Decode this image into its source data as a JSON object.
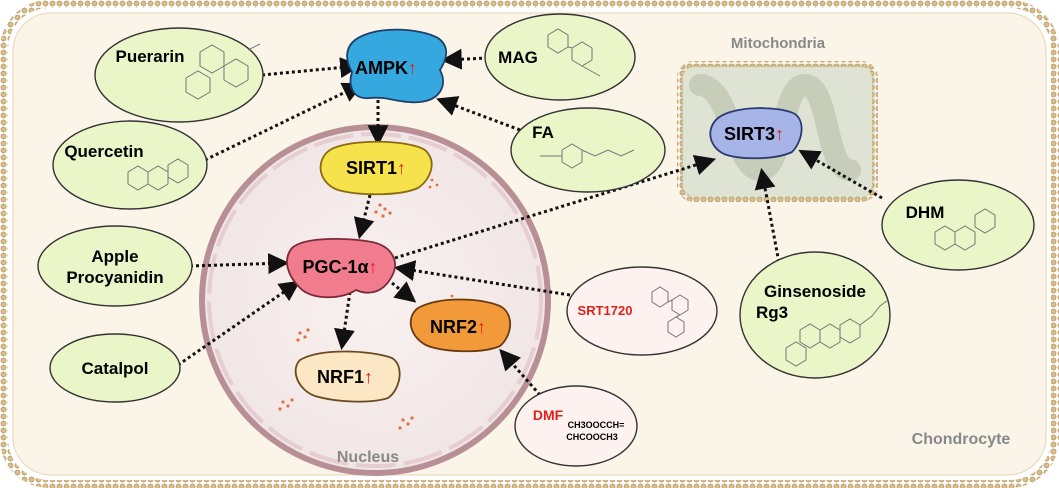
{
  "compartments": {
    "cell": "Chondrocyte",
    "nucleus": "Nucleus",
    "mitochondria": "Mitochondria"
  },
  "proteins": {
    "ampk": "AMPK",
    "sirt1": "SIRT1",
    "pgc1a": "PGC-1α",
    "nrf1": "NRF1",
    "nrf2": "NRF2",
    "sirt3": "SIRT3"
  },
  "upregulation_symbol": "↑",
  "compounds": {
    "puerarin": "Puerarin",
    "quercetin": "Quercetin",
    "apple_line1": "Apple",
    "apple_line2": "Procyanidin",
    "catalpol": "Catalpol",
    "mag": "MAG",
    "fa": "FA",
    "srt1720": "SRT1720",
    "dmf": "DMF",
    "dmf_formula_line1": "CH3OOCCH=",
    "dmf_formula_line2": "CHCOOCH3",
    "dhm": "DHM",
    "ginsenoside_line1": "Ginsenoside",
    "ginsenoside_line2": "Rg3"
  },
  "colors": {
    "compound_fill": "#eaf5c8",
    "compound_alt_fill": "#fdf2ef",
    "ampk": "#35a8df",
    "sirt1": "#f6e24a",
    "pgc1a": "#f07c8e",
    "nrf1": "#fbe7c4",
    "nrf2": "#f29a3a",
    "sirt3": "#a7b4e8",
    "arrow_up": "#e0201d",
    "membrane": "#c8a978"
  }
}
